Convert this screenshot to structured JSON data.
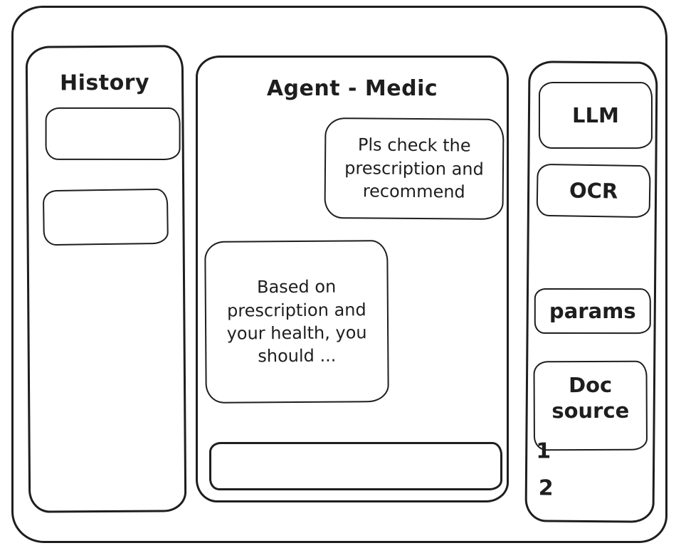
{
  "colors": {
    "ink": "#1e1e1e",
    "paper": "#ffffff"
  },
  "history_panel": {
    "title": "History",
    "items": [
      {
        "label": ""
      },
      {
        "label": ""
      }
    ]
  },
  "chat_panel": {
    "title": "Agent - Medic",
    "messages": [
      {
        "role": "user",
        "text": "Pls check the prescription and recommend"
      },
      {
        "role": "assistant",
        "text": "Based on prescription and your health, you should ..."
      }
    ],
    "input_value": ""
  },
  "tools_panel": {
    "llm": {
      "label": "LLM"
    },
    "ocr": {
      "label": "OCR"
    },
    "params": {
      "label": "params"
    },
    "doc_source": {
      "label": "Doc source"
    },
    "doc_source_items": [
      {
        "label": "1"
      },
      {
        "label": "2"
      }
    ]
  }
}
